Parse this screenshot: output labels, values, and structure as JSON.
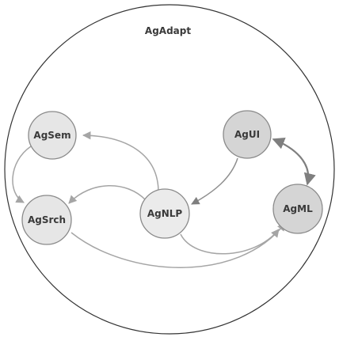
{
  "diagram": {
    "title": "AgAdapt",
    "nodes": [
      {
        "id": "agsem",
        "label": "AgSem"
      },
      {
        "id": "agsrch",
        "label": "AgSrch"
      },
      {
        "id": "agnlp",
        "label": "AgNLP"
      },
      {
        "id": "agui",
        "label": "AgUI"
      },
      {
        "id": "agml",
        "label": "AgML"
      }
    ],
    "edges": [
      {
        "from": "agsem",
        "to": "agsrch",
        "direction": "forward"
      },
      {
        "from": "agnlp",
        "to": "agsem",
        "direction": "forward"
      },
      {
        "from": "agnlp",
        "to": "agsrch",
        "direction": "forward"
      },
      {
        "from": "agui",
        "to": "agnlp",
        "direction": "forward"
      },
      {
        "from": "agnlp",
        "to": "agml",
        "direction": "forward"
      },
      {
        "from": "agsrch",
        "to": "agml",
        "direction": "forward"
      },
      {
        "from": "agui",
        "to": "agml",
        "direction": "bidirectional"
      }
    ],
    "colors": {
      "boundary_stroke": "#333333",
      "node_fill_light": "#e6e6e6",
      "node_fill_dark": "#d5d5d5",
      "node_stroke": "#8a8a8a",
      "edge": "#a5a5a5",
      "edge_strong": "#7f7f7f",
      "text": "#3a3a3a"
    }
  }
}
